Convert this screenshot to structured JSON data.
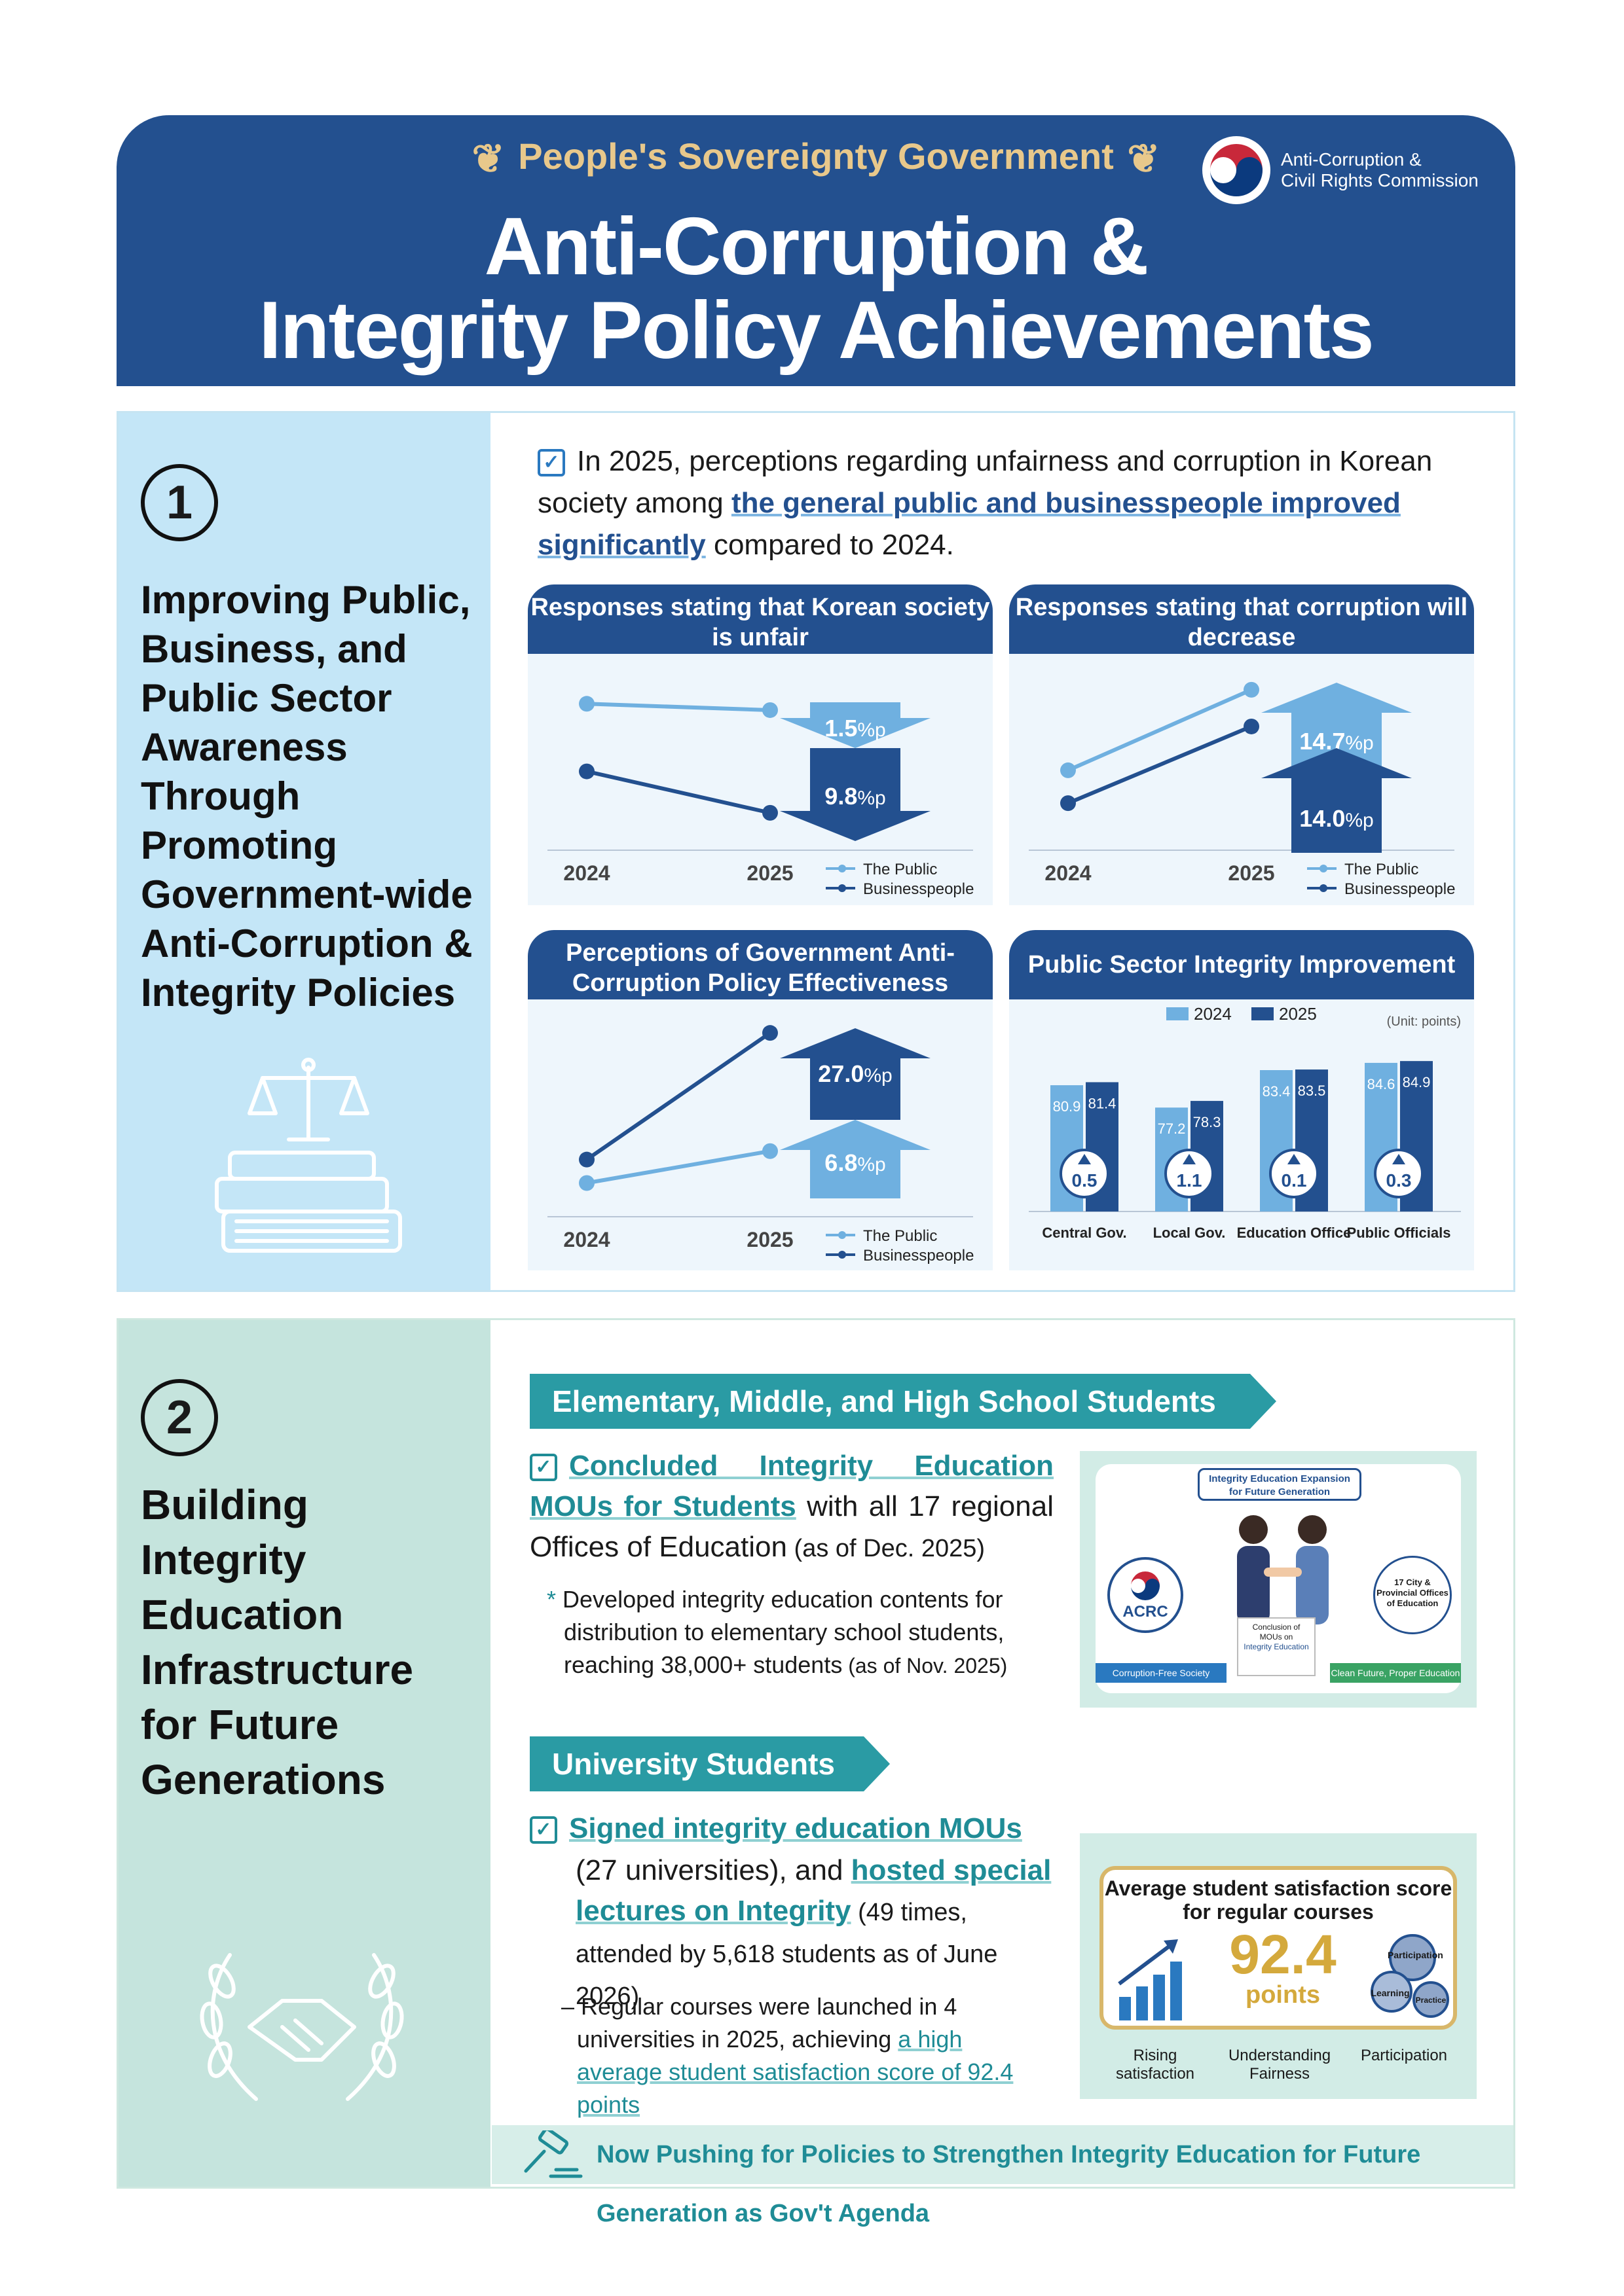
{
  "header": {
    "banner": "People's Sovereignty Government",
    "title_line1": "Anti-Corruption &",
    "title_line2": "Integrity Policy Achievements",
    "org_line1": "Anti-Corruption &",
    "org_line2": "Civil Rights Commission"
  },
  "section1": {
    "number": "1",
    "side_title": [
      "Improving Public,",
      "Business, and",
      "Public Sector",
      "Awareness",
      "Through Promoting",
      "Government-wide",
      "Anti-Corruption &",
      "Integrity Policies"
    ],
    "intro_pre": "In 2025, perceptions regarding unfairness and corruption in Korean society among ",
    "intro_highlight": "the general public and businesspeople improved significantly",
    "intro_post": " compared to 2024."
  },
  "section2": {
    "number": "2",
    "side_title": [
      "Building Integrity",
      "Education",
      "Infrastructure",
      "for Future",
      "Generations"
    ],
    "ribbon1": "Elementary, Middle, and High School Students",
    "item1_highlight": "Concluded Integrity Education MOUs for Students",
    "item1_text": " with all 17 regional Offices of Education",
    "item1_note": " (as of Dec. 2025)",
    "item1_sub": "Developed integrity education contents for distribution to elementary school students, reaching 38,000+ students",
    "item1_sub_note": " (as of Nov. 2025)",
    "image1": {
      "title_line1": "Integrity Education Expansion",
      "title_line2": "for Future Generation",
      "acrc": "ACRC",
      "center_line1": "Conclusion of",
      "center_line2": "MOUs on",
      "center_line3": "Integrity Education",
      "right_label": "17 City & Provincial Offices of Education",
      "left_banner": "Corruption-Free Society",
      "right_banner": "Clean Future, Proper Education"
    },
    "ribbon2": "University Students",
    "item2_highlight1": "Signed integrity education MOUs",
    "item2_text1": "(27 universities), and ",
    "item2_highlight2": "hosted special lectures on Integrity",
    "item2_note": " (49 times, attended by 5,618 students as of June 2026)",
    "item2_sub_pre": "Regular courses were launched in 4 universities in 2025, achieving ",
    "item2_sub_highlight": "a high average student satisfaction score of 92.4 points",
    "image2": {
      "title_line1": "Average student satisfaction score",
      "title_line2": "for regular courses",
      "score": "92.4",
      "unit": "points",
      "gear1": "Participation",
      "gear2": "Learning",
      "gear3": "Practice",
      "label1": "Rising satisfaction",
      "label2": "Understanding Fairness",
      "label3": "Participation"
    },
    "footer": "Now Pushing for Policies to Strengthen Integrity Education for Future Generation as Gov't Agenda"
  },
  "colors": {
    "navy": "#23508f",
    "light_blue": "#6fb0e0",
    "teal": "#2a9ba4"
  },
  "chart_data": [
    {
      "type": "line",
      "title": "Responses stating that Korean society is unfair",
      "x": [
        "2024",
        "2025"
      ],
      "series": [
        {
          "name": "The Public",
          "values": [
            60.0,
            58.5
          ]
        },
        {
          "name": "Businesspeople",
          "values": [
            44.0,
            34.2
          ]
        }
      ],
      "annotations": [
        {
          "series": "The Public",
          "change": "1.5",
          "unit": "%p",
          "direction": "down"
        },
        {
          "series": "Businesspeople",
          "change": "9.8",
          "unit": "%p",
          "direction": "down"
        }
      ],
      "legend": "bottom-right"
    },
    {
      "type": "line",
      "title": "Responses stating that corruption will decrease",
      "x": [
        "2024",
        "2025"
      ],
      "series": [
        {
          "name": "The Public",
          "values": [
            26.0,
            40.7
          ]
        },
        {
          "name": "Businesspeople",
          "values": [
            20.0,
            34.0
          ]
        }
      ],
      "annotations": [
        {
          "series": "The Public",
          "change": "14.7",
          "unit": "%p",
          "direction": "up"
        },
        {
          "series": "Businesspeople",
          "change": "14.0",
          "unit": "%p",
          "direction": "up"
        }
      ],
      "legend": "bottom-right"
    },
    {
      "type": "line",
      "title": "Perceptions of Government Anti-Corruption Policy Effectiveness",
      "x": [
        "2024",
        "2025"
      ],
      "series": [
        {
          "name": "The Public",
          "values": [
            15.0,
            21.8
          ]
        },
        {
          "name": "Businesspeople",
          "values": [
            20.0,
            47.0
          ]
        }
      ],
      "annotations": [
        {
          "series": "Businesspeople",
          "change": "27.0",
          "unit": "%p",
          "direction": "up"
        },
        {
          "series": "The Public",
          "change": "6.8",
          "unit": "%p",
          "direction": "up"
        }
      ],
      "legend": "bottom-right"
    },
    {
      "type": "bar",
      "title": "Public Sector Integrity Improvement",
      "unit_note": "(Unit: points)",
      "categories": [
        "Central Gov.",
        "Local Gov.",
        "Education Office",
        "Public Officials"
      ],
      "series": [
        {
          "name": "2024",
          "values": [
            80.9,
            77.2,
            83.4,
            84.6
          ]
        },
        {
          "name": "2025",
          "values": [
            81.4,
            78.3,
            83.5,
            84.9
          ]
        }
      ],
      "increase": [
        "0.5",
        "1.1",
        "0.1",
        "0.3"
      ],
      "legend": "top"
    }
  ]
}
